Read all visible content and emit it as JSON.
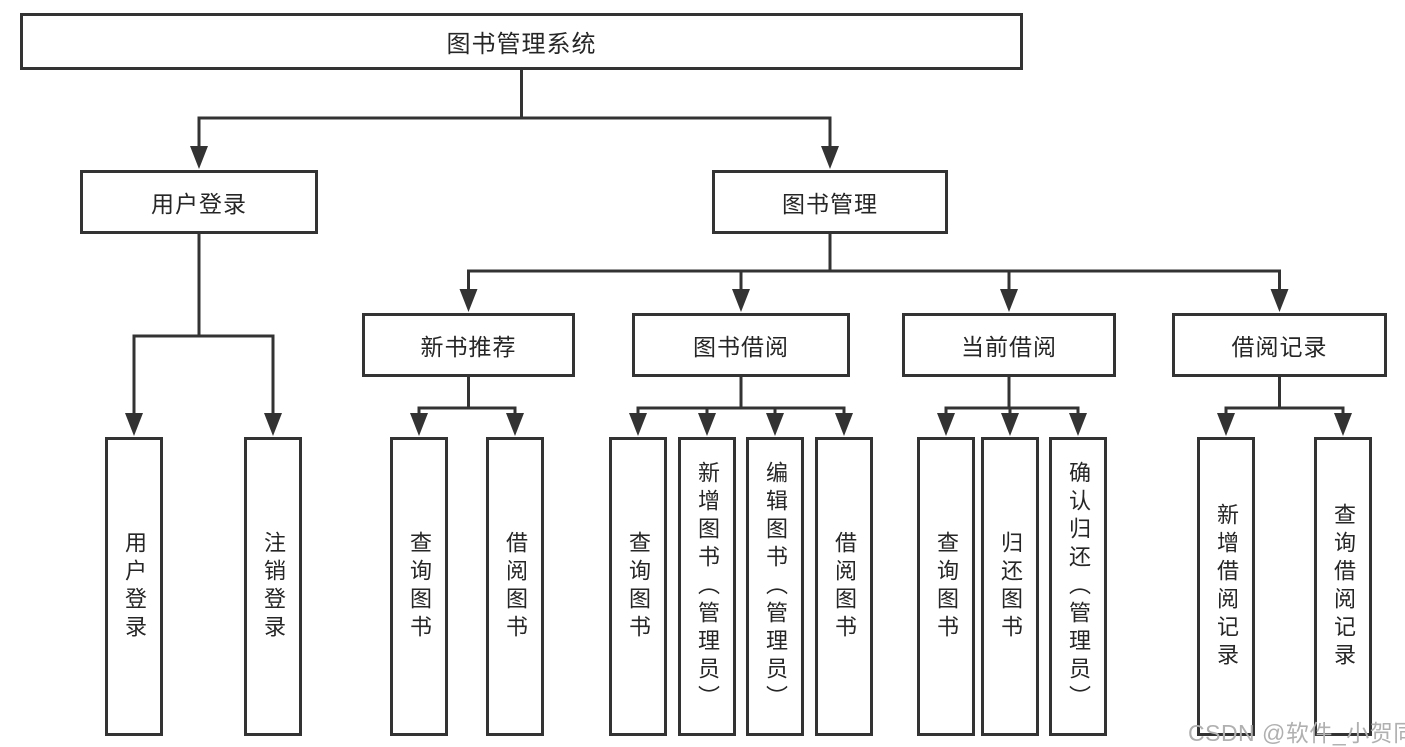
{
  "colors": {
    "line": "#333333",
    "box_border": "#333333",
    "box_fill": "#ffffff",
    "text": "#262626",
    "watermark_text": "#b0b0b0",
    "background": "#ffffff"
  },
  "tree": {
    "label": "图书管理系统",
    "children": [
      {
        "label": "用户登录",
        "children": [
          {
            "label": "用户登录"
          },
          {
            "label": "注销登录"
          }
        ]
      },
      {
        "label": "图书管理",
        "children": [
          {
            "label": "新书推荐",
            "children": [
              {
                "label": "查询图书"
              },
              {
                "label": "借阅图书"
              }
            ]
          },
          {
            "label": "图书借阅",
            "children": [
              {
                "label": "查询图书"
              },
              {
                "label": "新增图书（管理员）"
              },
              {
                "label": "编辑图书（管理员）"
              },
              {
                "label": "借阅图书"
              }
            ]
          },
          {
            "label": "当前借阅",
            "children": [
              {
                "label": "查询图书"
              },
              {
                "label": "归还图书"
              },
              {
                "label": "确认归还（管理员）"
              }
            ]
          },
          {
            "label": "借阅记录",
            "children": [
              {
                "label": "新增借阅记录"
              },
              {
                "label": "查询借阅记录"
              }
            ]
          }
        ]
      }
    ]
  },
  "watermark": "CSDN @软件_小贺同学"
}
